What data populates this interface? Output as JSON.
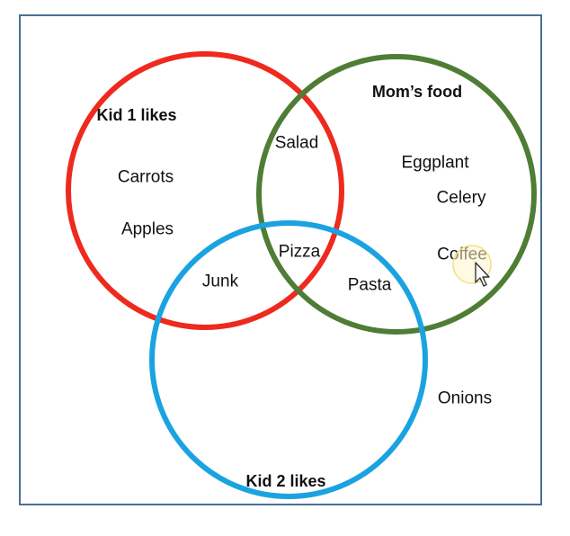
{
  "diagram": {
    "sets": [
      {
        "name": "Kid 1 likes",
        "color": "#ee2a1e"
      },
      {
        "name": "Mom’s food",
        "color": "#4f7d35"
      },
      {
        "name": "Kid 2 likes",
        "color": "#1aa3e0"
      }
    ],
    "items": {
      "carrots": "Carrots",
      "apples": "Apples",
      "salad": "Salad",
      "eggplant": "Eggplant",
      "celery": "Celery",
      "coffee": "Coffee",
      "pizza": "Pizza",
      "junk": "Junk",
      "pasta": "Pasta",
      "onions": "Onions"
    },
    "frame_color": "#4a6f94"
  }
}
